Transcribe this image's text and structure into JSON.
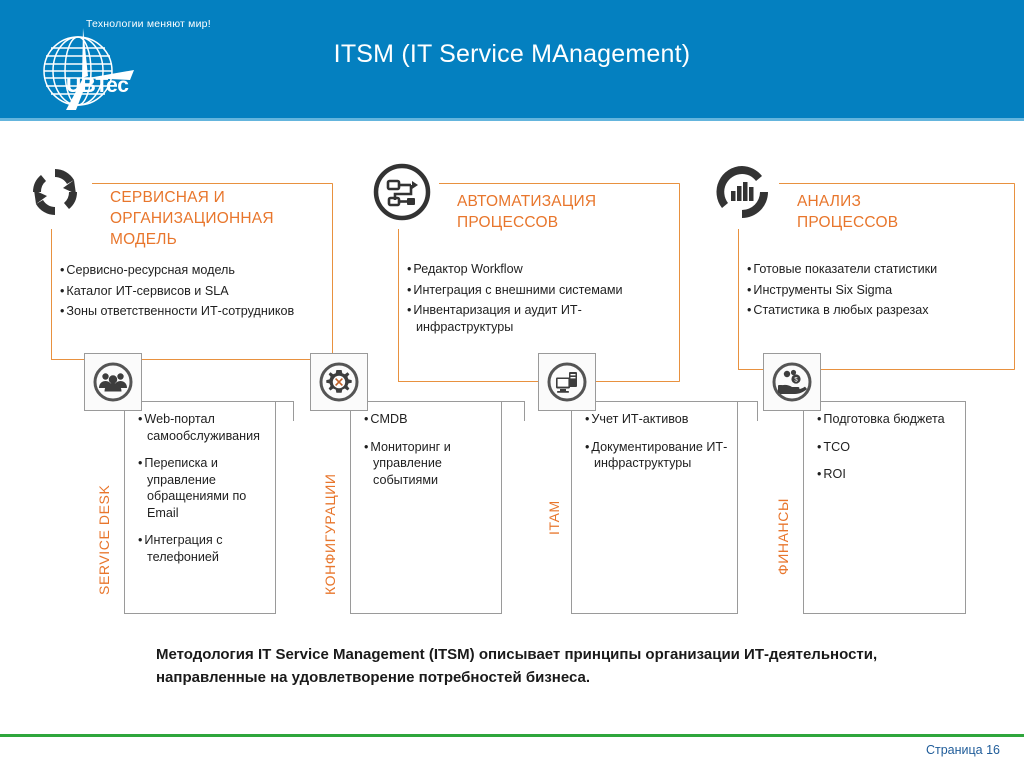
{
  "header": {
    "title": "ITSM (IT Service MAnagement)",
    "logo_tagline": "Технологии меняют мир!",
    "logo_text": "UBTec",
    "bg_color": "#0480c0"
  },
  "theme": {
    "accent_orange": "#e8762c",
    "frame_orange": "#e8913f",
    "frame_gray": "#9a9a9a",
    "footer_green": "#2fa63c",
    "page_blue": "#1f5c99"
  },
  "top_blocks": [
    {
      "icon": "cycle-arrows-icon",
      "title_lines": [
        "Сервисная и",
        "организационная",
        "модель"
      ],
      "bullets": [
        "Сервисно-ресурсная модель",
        "Каталог ИТ-сервисов и SLA",
        "Зоны ответственности ИТ-сотрудников"
      ]
    },
    {
      "icon": "workflow-circle-icon",
      "title_lines": [
        "Автоматизация",
        "процессов"
      ],
      "bullets": [
        "Редактор Workflow",
        "Интеграция с внешними системами",
        "Инвентаризация и аудит ИТ-инфраструктуры"
      ]
    },
    {
      "icon": "bar-chart-circle-icon",
      "title_lines": [
        "Анализ",
        "процессов"
      ],
      "bullets": [
        "Готовые показатели статистики",
        "Инструменты Six Sigma",
        "Статистика в любых разрезах"
      ]
    }
  ],
  "bottom_columns": [
    {
      "icon": "people-group-icon",
      "label": "Service Desk",
      "bullets": [
        "Web-портал самообслуживания",
        "Переписка и управление обращениями по Email",
        "Интеграция с телефонией"
      ]
    },
    {
      "icon": "gear-icon",
      "label": "Конфигурации",
      "bullets": [
        "CMDB",
        "Мониторинг и управление событиями"
      ]
    },
    {
      "icon": "computer-monitor-icon",
      "label": "ITAM",
      "bullets": [
        "Учет ИТ-активов",
        "Документирование ИТ-инфраструктуры"
      ]
    },
    {
      "icon": "money-hand-icon",
      "label": "Финансы",
      "bullets": [
        "Подготовка бюджета",
        "TCO",
        "ROI"
      ]
    }
  ],
  "caption": "Методология IT Service Management (ITSM) описывает принципы организации ИТ-деятельности, направленные на удовлетворение потребностей бизнеса.",
  "footer": {
    "page_label": "Страница 16"
  }
}
